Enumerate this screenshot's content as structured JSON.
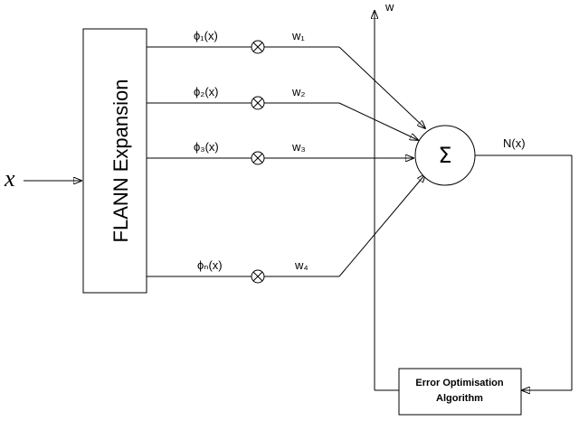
{
  "input_label": "x",
  "expansion_box_label": "FLANN  Expansion",
  "branches": [
    {
      "phi": "ϕ₁(x)",
      "weight": "w₁"
    },
    {
      "phi": "ϕ₂(x)",
      "weight": "w₂"
    },
    {
      "phi": "ϕ₃(x)",
      "weight": "w₃"
    },
    {
      "phi": "ϕₙ(x)",
      "weight": "w₄"
    }
  ],
  "summation_symbol": "Σ",
  "output_label": "N(x)",
  "weight_update_label": "w",
  "algorithm_box": {
    "line1": "Error Optimisation",
    "line2": "Algorithm"
  }
}
